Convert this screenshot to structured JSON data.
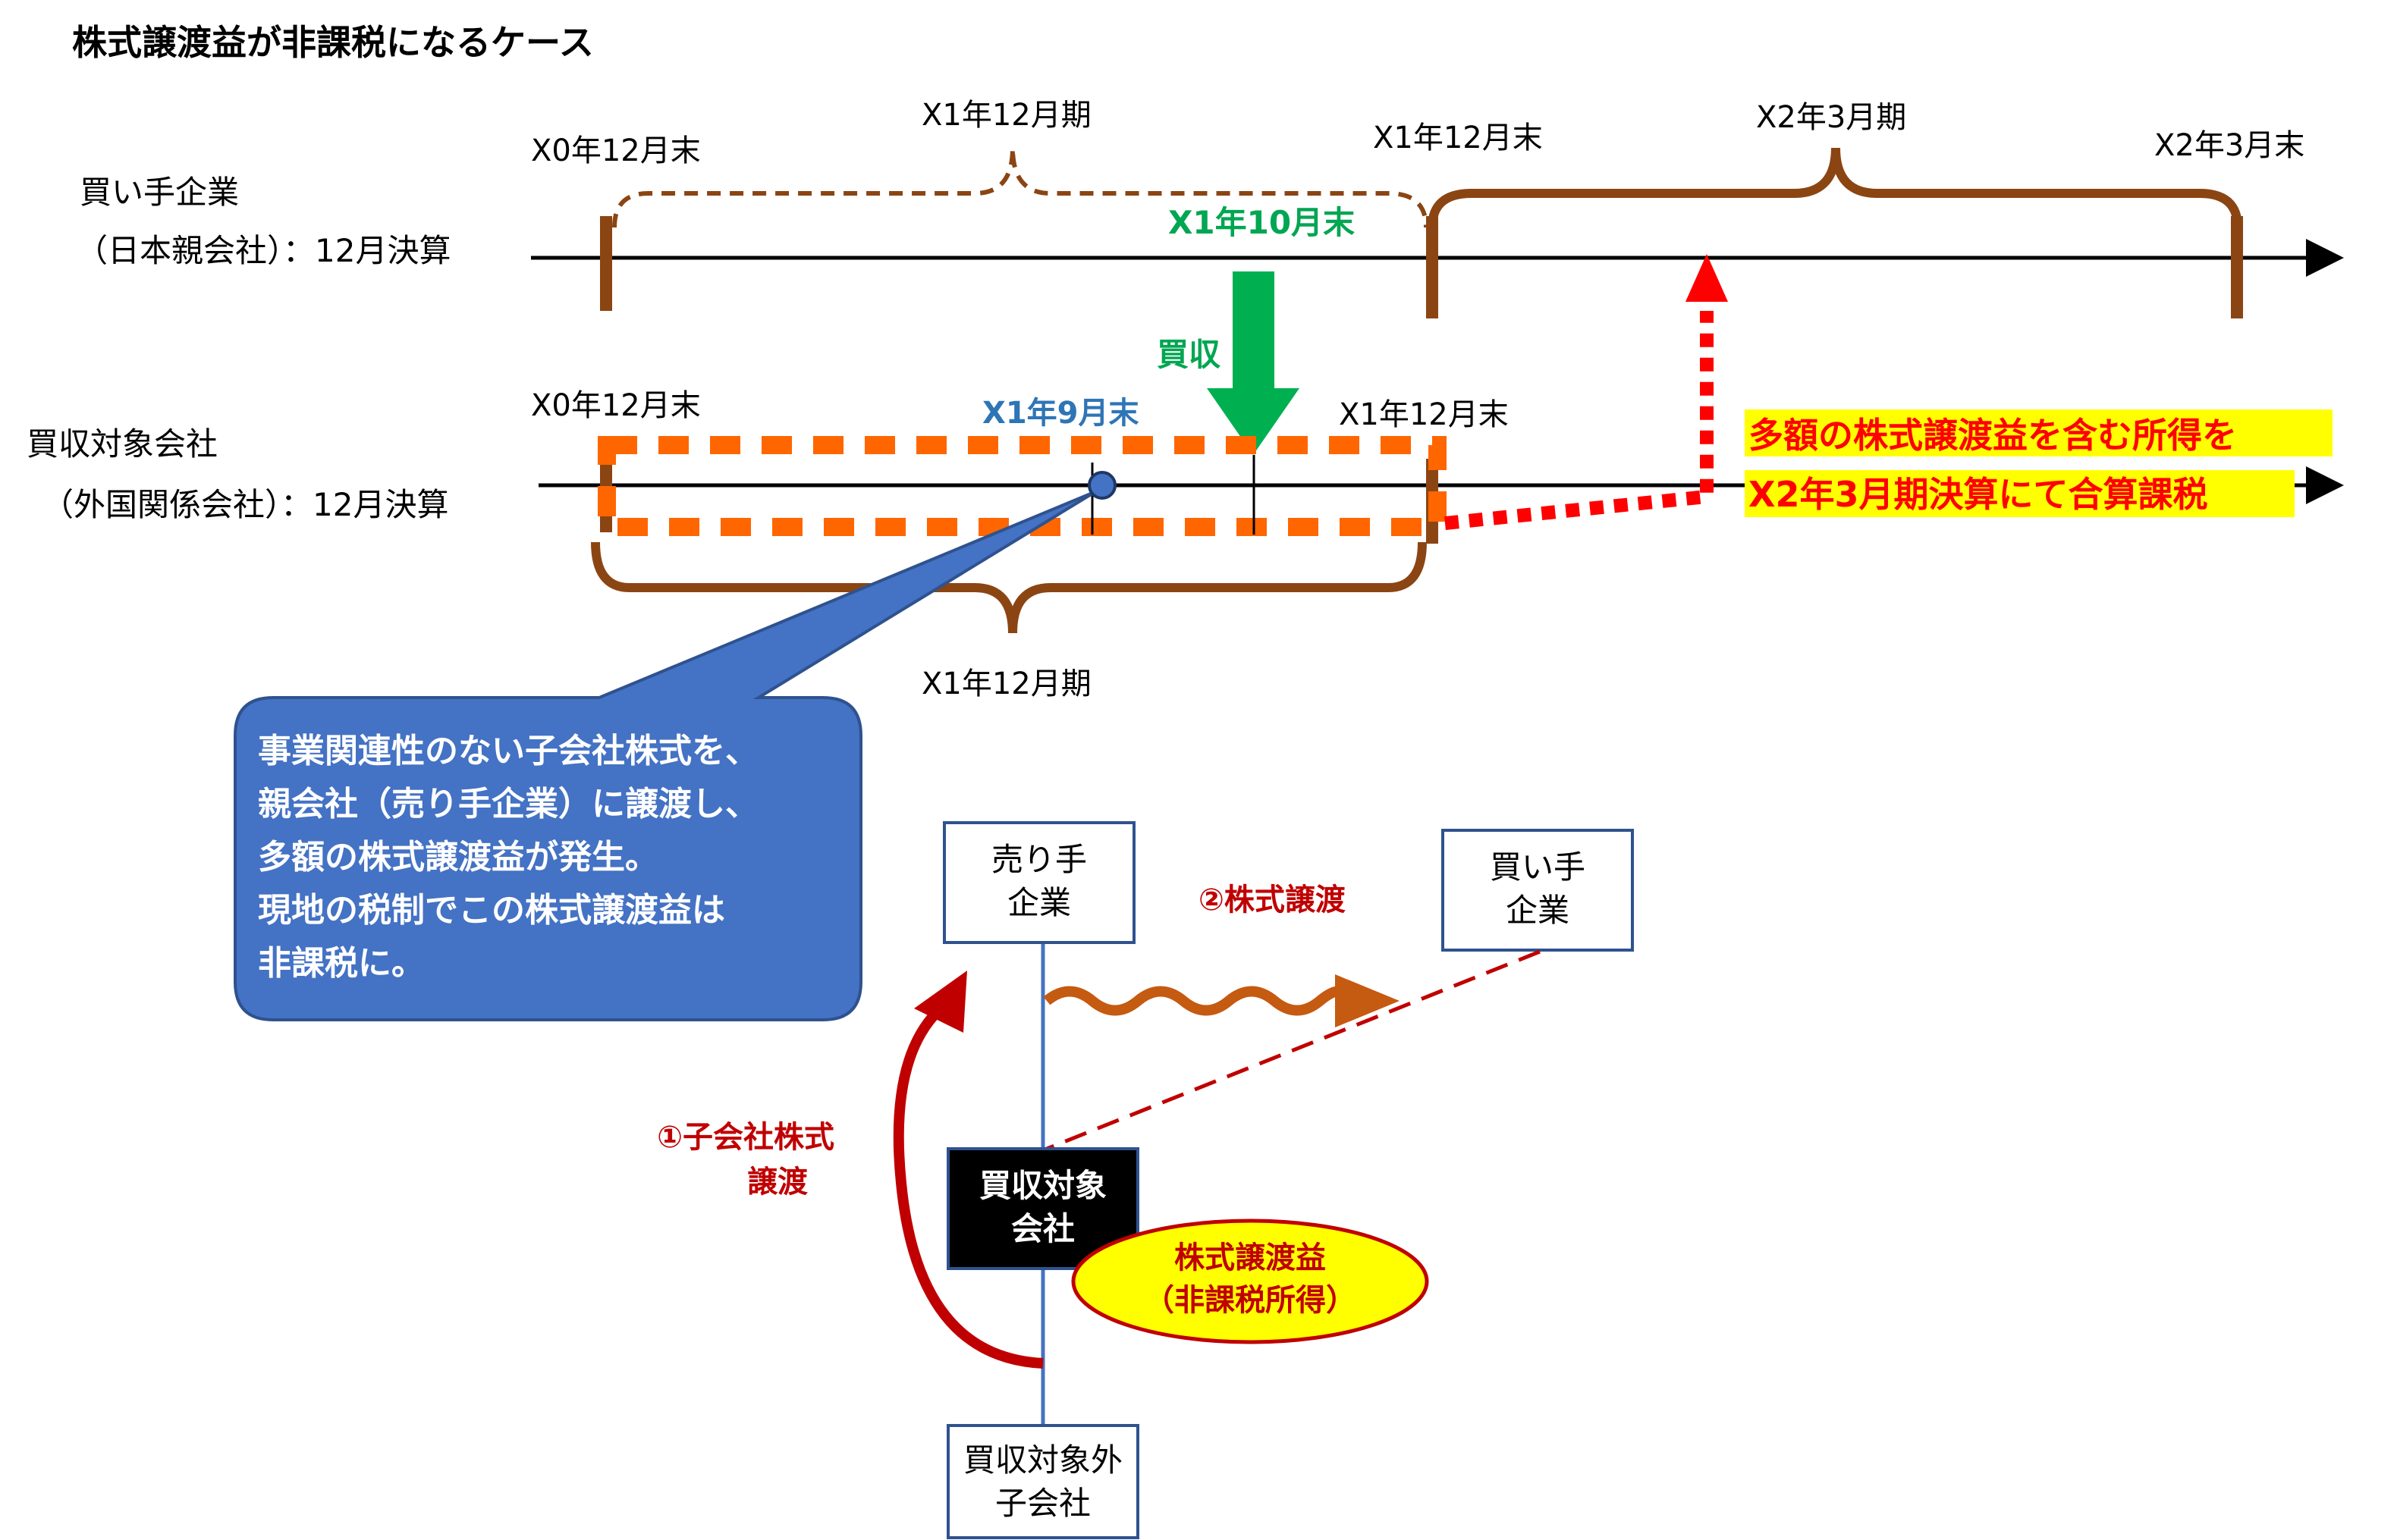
{
  "title": "株式譲渡益が非課税になるケース",
  "buyer": {
    "name": "買い手企業",
    "sub": "（日本親会社）：12月決算",
    "period_label": "X1年12月期",
    "period2_label": "X2年3月期",
    "dates": [
      "X0年12月末",
      "X1年12月末",
      "X2年3月末"
    ]
  },
  "target": {
    "name": "買収対象会社",
    "sub": "（外国関係会社）：12月決算",
    "period_label": "X1年12月期",
    "dates": [
      "X0年12月末",
      "X1年12月末"
    ],
    "sale_point": "X1年9月末"
  },
  "acquisition": {
    "date": "X1年10月末",
    "label": "買収"
  },
  "highlight": [
    "多額の株式譲渡益を含む所得を",
    "X2年3月期決算にて合算課税"
  ],
  "callout": [
    "事業関連性のない子会社株式を、",
    "親会社（売り手企業）に譲渡し、",
    "多額の株式譲渡益が発生。",
    "現地の税制でこの株式譲渡益は",
    "非課税に。"
  ],
  "structure": {
    "seller": [
      "売り手",
      "企業"
    ],
    "buyer": [
      "買い手",
      "企業"
    ],
    "target": [
      "買収対象",
      "会社"
    ],
    "excluded_sub": [
      "買収対象外",
      "子会社"
    ],
    "step1": [
      "①子会社株式",
      "譲渡"
    ],
    "step2": "②株式譲渡",
    "gain": [
      "株式譲渡益",
      "（非課税所得）"
    ]
  },
  "colors": {
    "brown": "#8b4513",
    "orange": "#ff6600",
    "green": "#00b050",
    "red": "#ff0000",
    "dark_red": "#c00000",
    "callout_blue": "#4472c4",
    "yellow": "#ffff00"
  }
}
